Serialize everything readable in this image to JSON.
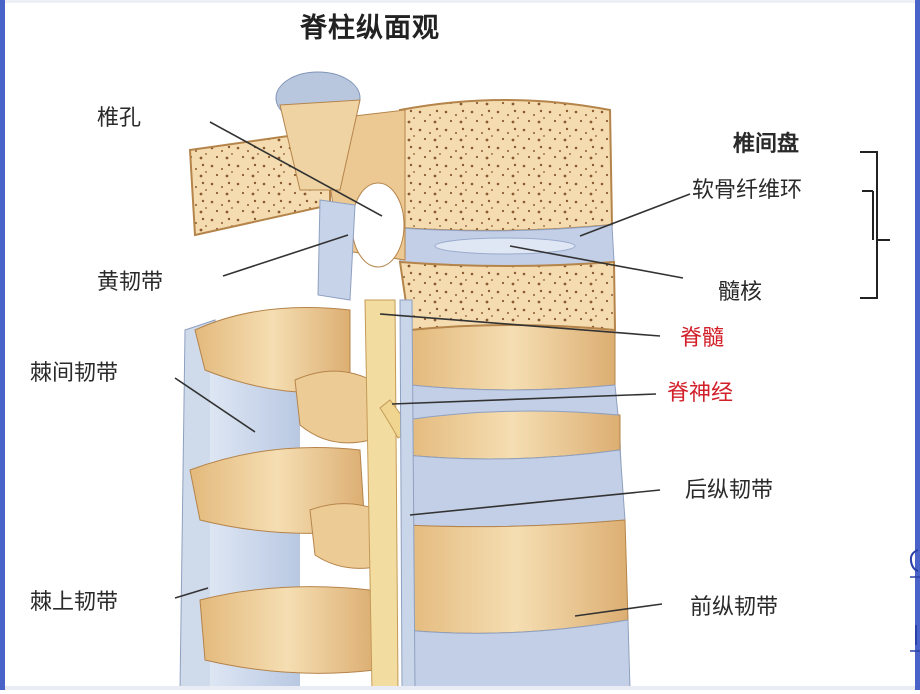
{
  "title": "脊柱纵面观",
  "labels": {
    "vertebral_foramen": "椎孔",
    "ligamentum_flavum": "黄韧带",
    "interspinous_ligament": "棘间韧带",
    "supraspinous_ligament": "棘上韧带",
    "intervertebral_disc": "椎间盘",
    "annulus_fibrosus": "软骨纤维环",
    "nucleus_pulposus": "髓核",
    "spinal_cord": "脊髓",
    "spinal_nerve": "脊神经",
    "posterior_longitudinal_ligament": "后纵韧带",
    "anterior_longitudinal_ligament": "前纵韧带"
  },
  "colors": {
    "bone": "#f2d7a8",
    "bone_shade": "#d9ae72",
    "cancellous": "#8a5a2e",
    "ligament": "#c9d6ea",
    "disc_annulus": "#c3cfe6",
    "nerve": "#f3dca0",
    "red_label": "#d2202a",
    "accent_blue": "#4a63c8"
  }
}
